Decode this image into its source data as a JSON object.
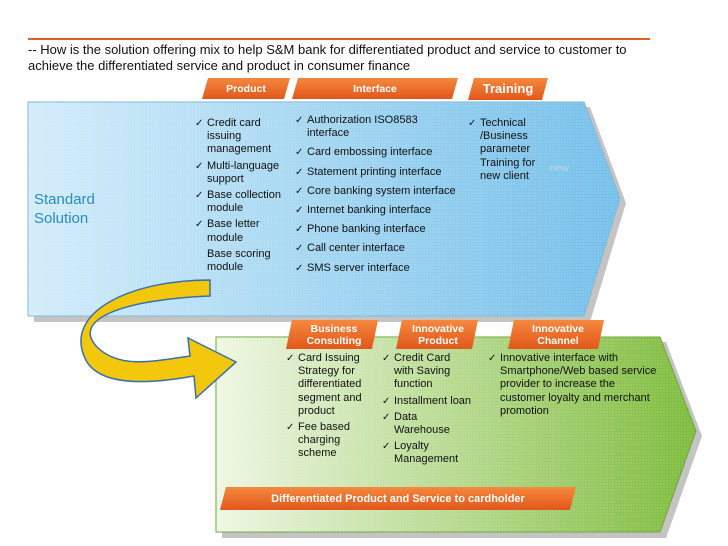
{
  "heading": "-- How is the solution offering mix to help S&M bank for differentiated product and service to customer to achieve the differentiated service and product in consumer finance",
  "colors": {
    "accent": "#e0602a",
    "standard_band": "#a8d4ef",
    "differentiated_band": "#9bcc5a",
    "curved_arrow": "#f3c80c",
    "standard_text": "#2a8bc7"
  },
  "standard": {
    "label": "Standard Solution",
    "headers": {
      "product": "Product",
      "interface": "Interface",
      "training": "Training"
    },
    "product_items": [
      "Credit card issuing management",
      "Multi-language support",
      "Base collection module",
      "Base letter module",
      "Base scoring module"
    ],
    "interface_items": [
      "Authorization ISO8583 interface",
      "Card embossing interface",
      "Statement printing interface",
      "Core banking system interface",
      "Internet banking interface",
      "Phone banking interface",
      "Call center interface",
      "SMS server interface"
    ],
    "training_items": [
      "Technical /Business parameter Training for new client"
    ],
    "ghost_text": "new"
  },
  "differentiated": {
    "headers": {
      "business_consulting": "Business Consulting",
      "innovative_product": "Innovative Product",
      "innovative_channel": "Innovative Channel"
    },
    "consulting_items": [
      "Card Issuing Strategy for differentiated segment and product",
      "Fee based charging scheme"
    ],
    "product_items": [
      "Credit Card with Saving function",
      "Installment loan",
      "Data Warehouse",
      "Loyalty Management"
    ],
    "channel_items": [
      "Innovative interface with Smartphone/Web based service provider to increase the customer loyalty and merchant promotion"
    ],
    "footer": "Differentiated Product and Service to cardholder"
  }
}
